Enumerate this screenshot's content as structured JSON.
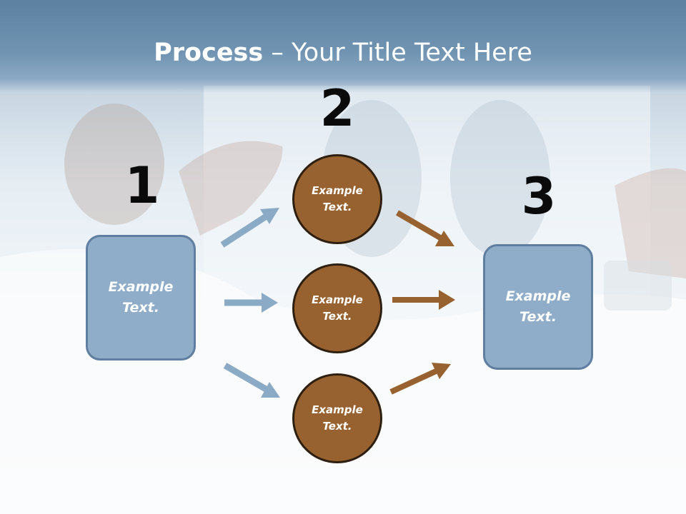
{
  "title": {
    "bold": "Process",
    "rest": " – Your Title Text Here"
  },
  "steps": [
    {
      "number": "1",
      "text": "Example\nText."
    },
    {
      "number": "2"
    },
    {
      "number": "3",
      "text": "Example\nText."
    }
  ],
  "circles": [
    {
      "text": "Example\nText."
    },
    {
      "text": "Example\nText."
    },
    {
      "text": "Example\nText."
    }
  ],
  "colors": {
    "title_bar": "#6a8fb0",
    "box_fill": "#8fadc8",
    "box_border": "#5f7ea0",
    "circle_fill": "#97622f",
    "circle_border": "#2e1f10",
    "blue_arrow": "#8aaac6",
    "brown_arrow": "#97622f"
  },
  "background_image": "doctor-examining-chest-xray"
}
